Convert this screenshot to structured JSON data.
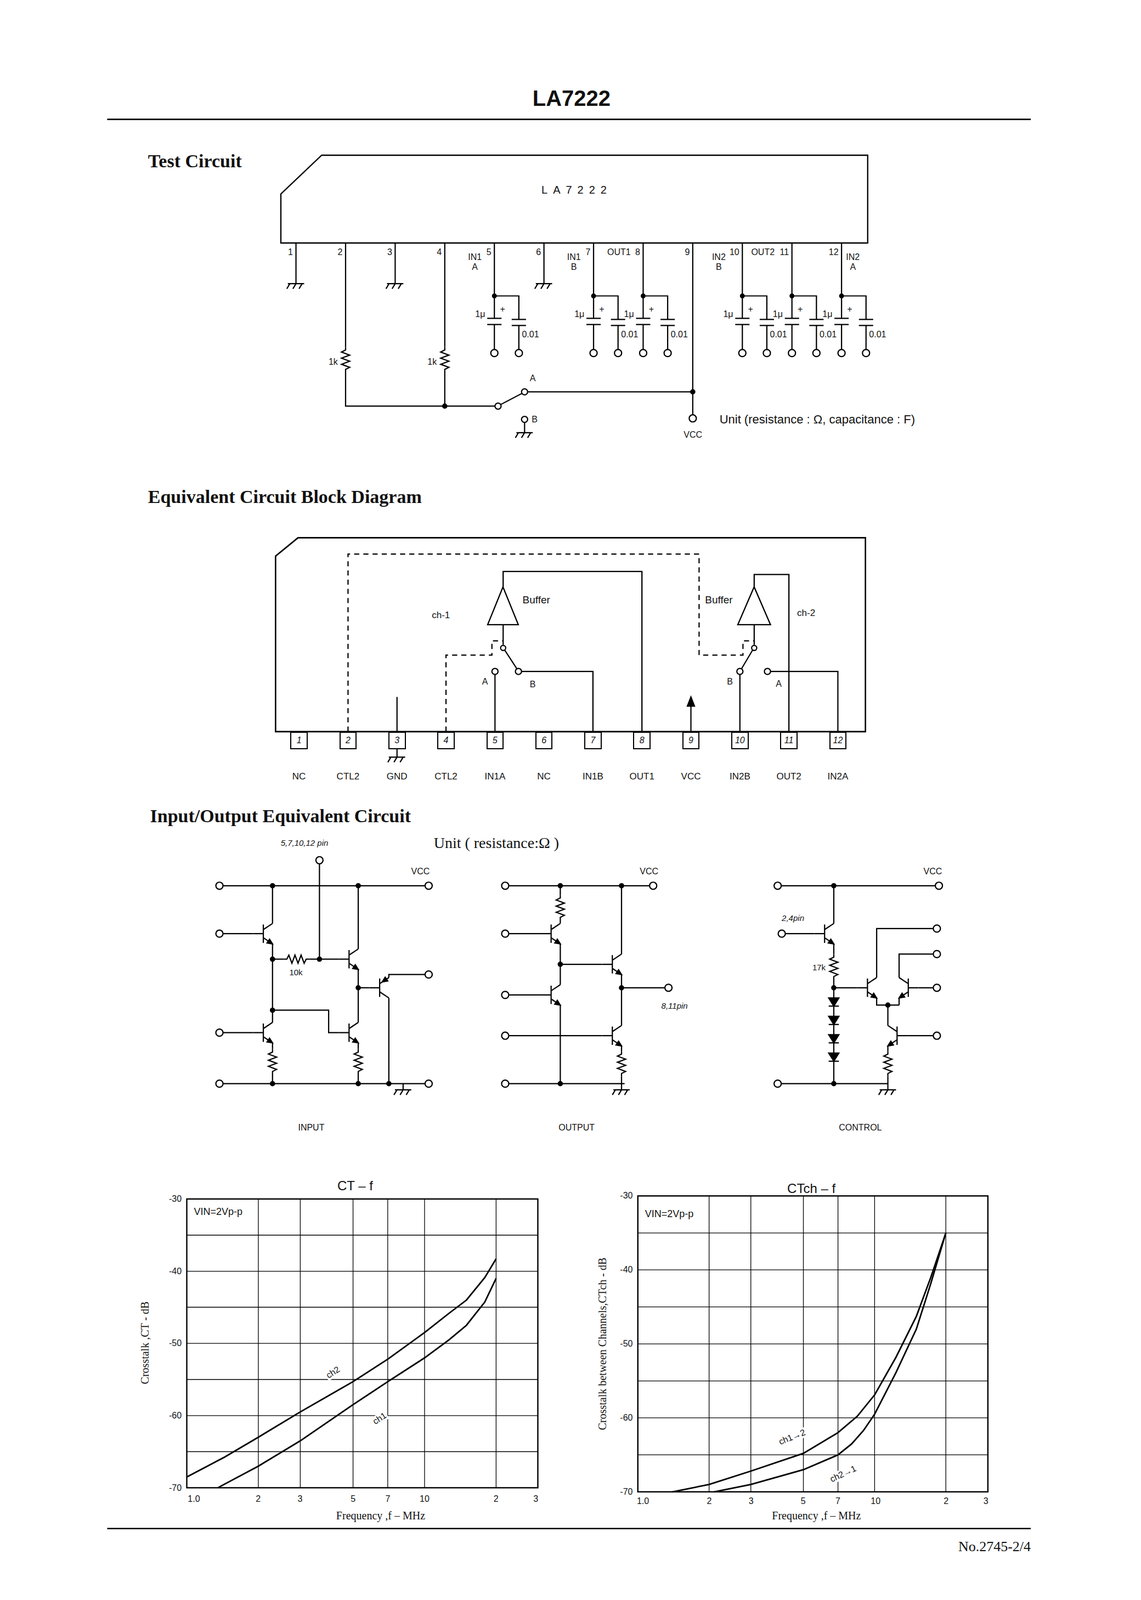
{
  "diagram": {
    "title": "LA7222",
    "nodes": [
      {
        "text": [
          "LA7222"
        ]
      },
      {
        "text": [
          "Buffer"
        ]
      },
      {
        "text": [
          "Buffer"
        ]
      },
      {
        "text": [
          "1"
        ]
      },
      {
        "text": [
          "2"
        ]
      },
      {
        "text": [
          "3"
        ]
      },
      {
        "text": [
          "4"
        ]
      },
      {
        "text": [
          "5"
        ]
      },
      {
        "text": [
          "6"
        ]
      },
      {
        "text": [
          "7"
        ]
      },
      {
        "text": [
          "8"
        ]
      },
      {
        "text": [
          "9"
        ]
      },
      {
        "text": [
          "10"
        ]
      },
      {
        "text": [
          "11"
        ]
      },
      {
        "text": [
          "12"
        ]
      }
    ],
    "edges": [
      {
        "from": 1,
        "to": 10,
        "arrow": "none"
      },
      {
        "from": 2,
        "to": 13,
        "arrow": "none"
      }
    ],
    "labels": [
      "Test Circuit",
      "1",
      "2",
      "3",
      "4",
      "IN1 A",
      "5",
      "6",
      "IN1 B",
      "7",
      "OUT1",
      "8",
      "9",
      "IN2 B",
      "10",
      "OUT2",
      "11",
      "12",
      "IN2 A",
      "1μ",
      "+",
      "0.01",
      "1μ",
      "+",
      "0.01",
      "1μ",
      "+",
      "0.01",
      "1μ",
      "+",
      "0.01",
      "1μ",
      "+",
      "0.01",
      "1μ",
      "+",
      "0.01",
      "1k",
      "1k",
      "A",
      "B",
      "VCC",
      "Unit (resistance : Ω, capacitance : F)",
      "Equivalent Circuit Block Diagram",
      "ch-1",
      "ch-2",
      "A",
      "B",
      "B",
      "A",
      "NC",
      "CTL2",
      "GND",
      "CTL2",
      "IN1A",
      "NC",
      "IN1B",
      "OUT1",
      "VCC",
      "IN2B",
      "OUT2",
      "IN2A",
      "Input/Output Equivalent Circuit",
      "5,7,10,12 pin",
      "Unit ( resistance:Ω )",
      "VCC",
      "10k",
      "INPUT",
      "VCC",
      "8,11pin",
      "OUTPUT",
      "VCC",
      "2,4pin",
      "17k",
      "CONTROL",
      "CT – f",
      "VIN=2Vp-p",
      "-30",
      "-40",
      "-50",
      "-60",
      "-70",
      "1.0",
      "2",
      "3",
      "5",
      "7",
      "10",
      "2",
      "3",
      "Crosstalk ,CT - dB",
      "Frequency ,f – MHz",
      "ch2",
      "ch1",
      "CTch – f",
      "VIN=2Vp-p",
      "-30",
      "-40",
      "-50",
      "-60",
      "-70",
      "1.0",
      "2",
      "3",
      "5",
      "7",
      "10",
      "2",
      "3",
      "Crosstalk between Channels,CTch - dB",
      "Frequency ,f – MHz",
      "ch1→2",
      "ch2→1",
      "No.2745-2/4"
    ]
  }
}
